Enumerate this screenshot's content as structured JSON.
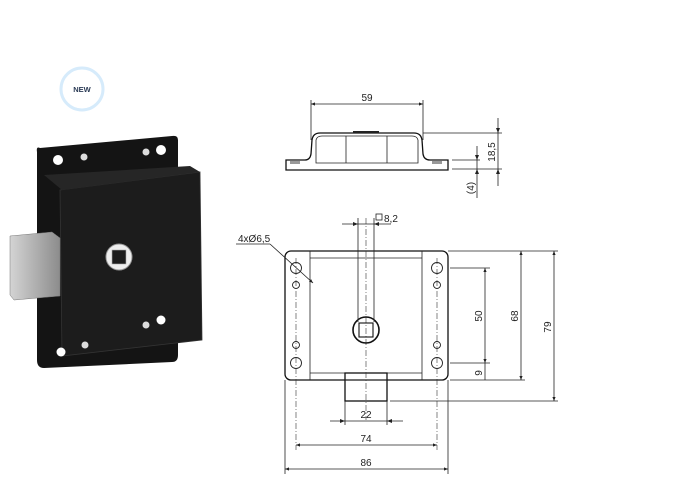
{
  "badge": {
    "label": "NEW",
    "ring_color": "#d6ebfb",
    "text_color": "#2a3a55"
  },
  "product": {
    "body_color": "#141414",
    "bolt_color": "#b9b9b9"
  },
  "drawing": {
    "top_view": {
      "width": "59",
      "height": "18,5",
      "base": "(4)"
    },
    "front_view": {
      "square_size": "8,2",
      "holes": "4xØ6,5",
      "hole_spacing_vertical": "50",
      "bottom_offset": "9",
      "body_height": "68",
      "total_height": "79",
      "bolt_width": "22",
      "hole_spacing_horizontal": "74",
      "total_width": "86"
    }
  }
}
